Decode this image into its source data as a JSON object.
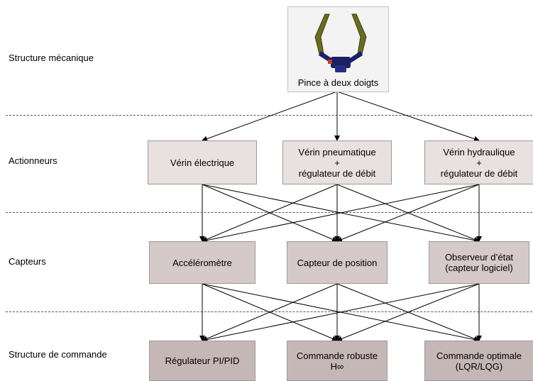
{
  "rows": {
    "mechanical": "Structure mécanique",
    "actuators": "Actionneurs",
    "sensors": "Capteurs",
    "control": "Structure de commande"
  },
  "gripper": {
    "label": "Pince à deux doigts",
    "icon": "gripper-icon"
  },
  "actuators": [
    {
      "label": "Vérin électrique"
    },
    {
      "label": "Vérin pneumatique\n+\nrégulateur de débit"
    },
    {
      "label": "Vérin hydraulique\n+\nrégulateur de débit"
    }
  ],
  "sensors": [
    {
      "label": "Accéléromètre"
    },
    {
      "label": "Capteur de position"
    },
    {
      "label": "Observeur d’état\n(capteur logiciel)"
    }
  ],
  "controllers": [
    {
      "label": "Régulateur PI/PID"
    },
    {
      "label": "Commande robuste\nH∞"
    },
    {
      "label": "Commande optimale\n(LQR/LQG)"
    }
  ],
  "colors": {
    "actuator_fill": "#e9e0e0",
    "sensor_fill": "#d6c9c9",
    "control_fill": "#c6b7b7",
    "finger": "#6b6b1f",
    "body": "#1c2068"
  }
}
